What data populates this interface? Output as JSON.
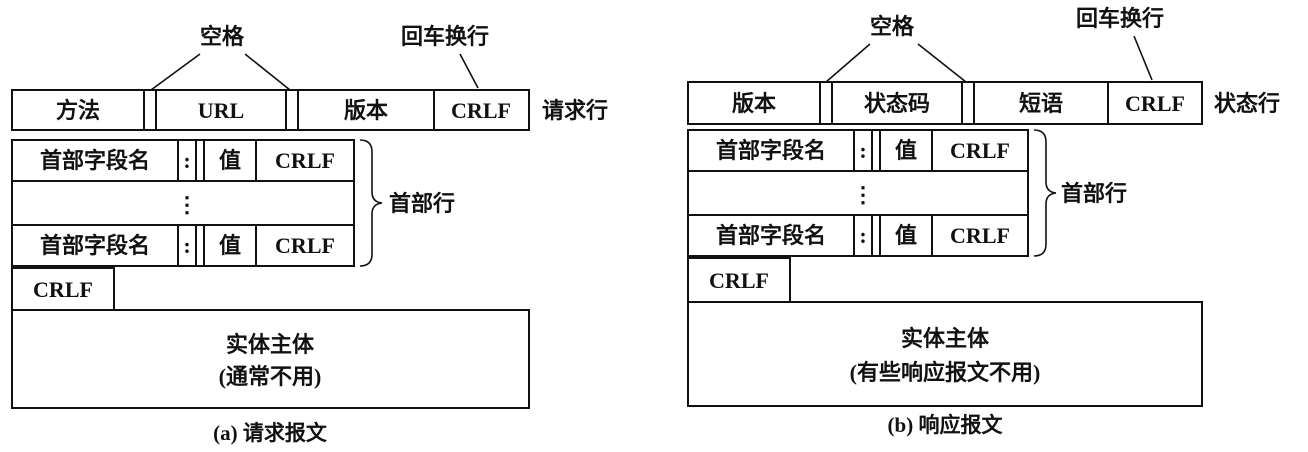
{
  "request": {
    "space_label": "空格",
    "crlf_label": "回车换行",
    "method": "方法",
    "url": "URL",
    "version": "版本",
    "crlf": "CRLF",
    "request_line_label": "请求行",
    "field_name": "首部字段名",
    "colon": ":",
    "value": "值",
    "ellipsis": "⋮",
    "header_lines_label": "首部行",
    "body_line1": "实体主体",
    "body_line2": "(通常不用)",
    "caption": "(a) 请求报文"
  },
  "response": {
    "space_label": "空格",
    "crlf_label": "回车换行",
    "version": "版本",
    "status_code": "状态码",
    "phrase": "短语",
    "crlf": "CRLF",
    "status_line_label": "状态行",
    "field_name": "首部字段名",
    "colon": ":",
    "value": "值",
    "ellipsis": "⋮",
    "header_lines_label": "首部行",
    "body_line1": "实体主体",
    "body_line2": "(有些响应报文不用)",
    "caption": "(b) 响应报文"
  }
}
